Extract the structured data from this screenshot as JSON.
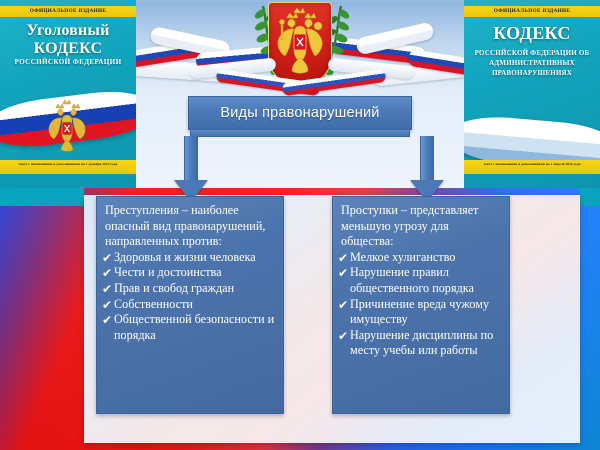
{
  "slide": {
    "title": "Виды правонарушений"
  },
  "books": {
    "left": {
      "badge": "ОФИЦИАЛЬНОЕ ИЗДАНИЕ",
      "line1": "Уголовный",
      "line2": "КОДЕКС",
      "line3": "РОССИЙСКОЙ ФЕДЕРАЦИИ",
      "footer": "текст с изменениями и дополнениями на 1 декабря 2015 года",
      "emblem_icon": "coat-of-arms-icon"
    },
    "right": {
      "badge": "ОФИЦИАЛЬНОЕ ИЗДАНИЕ",
      "line1": "КОДЕКС",
      "line3": "РОССИЙСКОЙ ФЕДЕРАЦИИ ОБ АДМИНИСТРАТИВНЫХ ПРАВОНАРУШЕНИЯХ",
      "footer": "текст с изменениями и дополнениями на 1 апреля 2016 года"
    }
  },
  "emblem": {
    "icon": "russian-coat-of-arms-icon",
    "laurel_icon": "laurel-branch-icon",
    "ribbon_icon": "tricolor-ribbon-icon"
  },
  "branches": {
    "left": {
      "lead": "Преступления – наиболее опасный вид правонарушений, направленных против:",
      "bullet_icon": "checkmark-icon",
      "items": [
        "Здоровья и жизни человека",
        "Чести и достоинства",
        "Прав и свобод граждан",
        "Собственности",
        "Общественной безопасности и порядка"
      ]
    },
    "right": {
      "lead": "Проступки – представляет меньшую угрозу для общества:",
      "bullet_icon": "checkmark-icon",
      "items": [
        "Мелкое хулиганство",
        "Нарушение правил общественного порядка",
        "Причинение вреда чужому имуществу",
        "Нарушение дисциплины по месту учебы или работы"
      ]
    }
  },
  "icons": {
    "checkmark": "✔",
    "arrow_down": "arrow-down-icon"
  },
  "colors": {
    "title_box": "#4a79b6",
    "content_box": "#4c74ac",
    "book_cover": "#12a4bd",
    "book_badge": "#f5d516",
    "flag_red": "#ef1414",
    "flag_blue": "#1878ff",
    "teal_band": "#0aa3bd"
  }
}
